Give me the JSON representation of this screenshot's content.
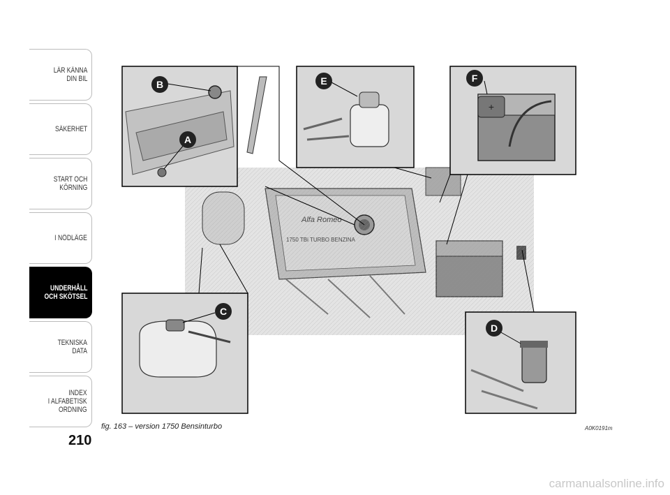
{
  "sidebar": {
    "tabs": [
      {
        "label": "LÄR KÄNNA\nDIN BIL",
        "active": false
      },
      {
        "label": "SÄKERHET",
        "active": false
      },
      {
        "label": "START OCH\nKÖRNING",
        "active": false
      },
      {
        "label": "I NÖDLÄGE",
        "active": false
      },
      {
        "label": "UNDERHÅLL\nOCH SKÖTSEL",
        "active": true
      },
      {
        "label": "TEKNISKA DATA",
        "active": false
      },
      {
        "label": "INDEX\nI ALFABETISK\nORDNING",
        "active": false
      }
    ]
  },
  "page": {
    "number": "210",
    "caption": "fig. 163 – version 1750 Bensinturbo",
    "figure_code": "A0K0191m",
    "watermark": "carmanualsonline.info"
  },
  "figure": {
    "labels": [
      "A",
      "B",
      "C",
      "D",
      "E",
      "F"
    ],
    "engine_text": [
      "Alfa Romeo",
      "1750 TBi TURBO BENZINA"
    ]
  }
}
